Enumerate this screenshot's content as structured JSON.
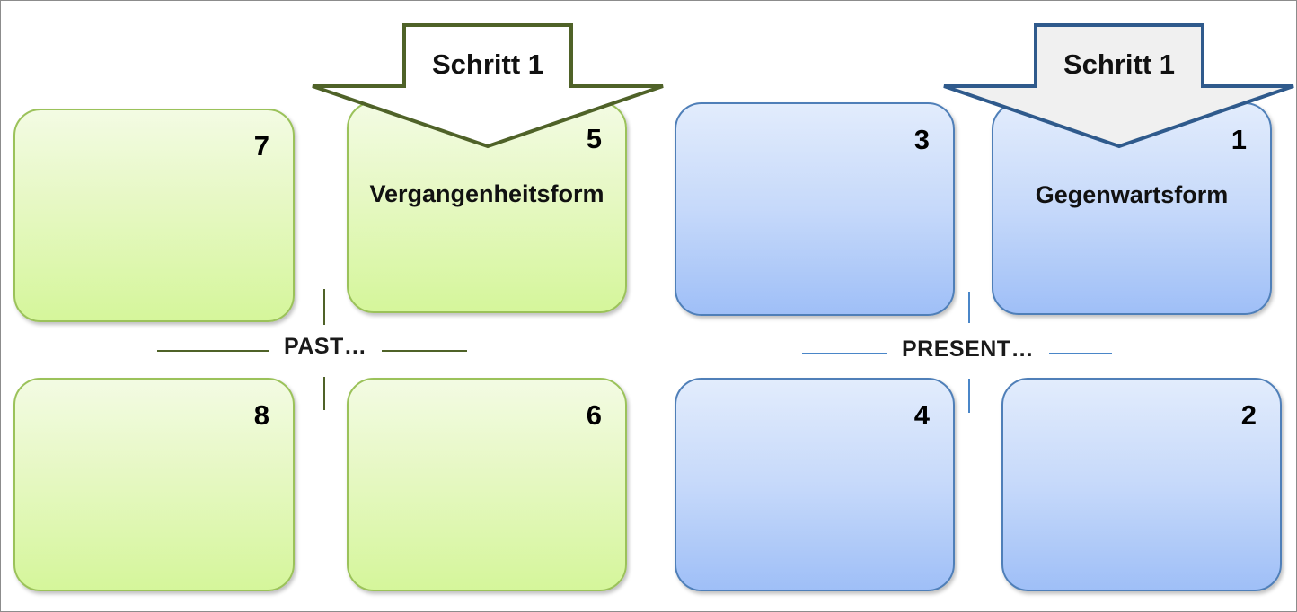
{
  "past": {
    "label": "PAST…",
    "step_label": "Schritt 1",
    "form_label": "Vergangenheitsform",
    "boxes": [
      "7",
      "5",
      "8",
      "6"
    ]
  },
  "present": {
    "label": "PRESENT…",
    "step_label": "Schritt 1",
    "form_label": "Gegenwartsform",
    "boxes": [
      "3",
      "1",
      "4",
      "2"
    ]
  },
  "colors": {
    "past_accent": "#4f6228",
    "present_accent": "#2f5a8c"
  }
}
